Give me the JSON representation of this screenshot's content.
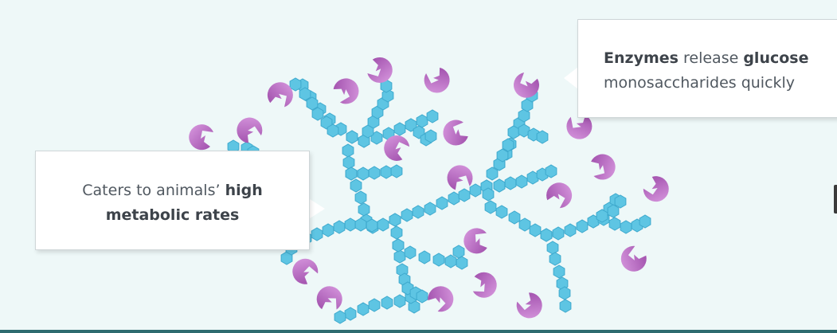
{
  "callout_right": {
    "bold1": "Enzymes",
    "text1": " release ",
    "bold2": "glucose",
    "line2": "monosaccharides quickly"
  },
  "callout_left": {
    "text1": "Caters to animals’ ",
    "bold1": "high",
    "bold2": "metabolic rates"
  },
  "colors": {
    "background": "#eef8f8",
    "glucose": "#5ec5e3",
    "glucose_edge": "#3ea9cd",
    "enzyme_light": "#d99ae0",
    "enzyme_dark": "#9c4aa8",
    "bottom_bar": "#2d6b6f"
  },
  "icons": {
    "glucose_unit": "glucose-hexagon-icon",
    "enzyme": "enzyme-crescent-icon"
  }
}
